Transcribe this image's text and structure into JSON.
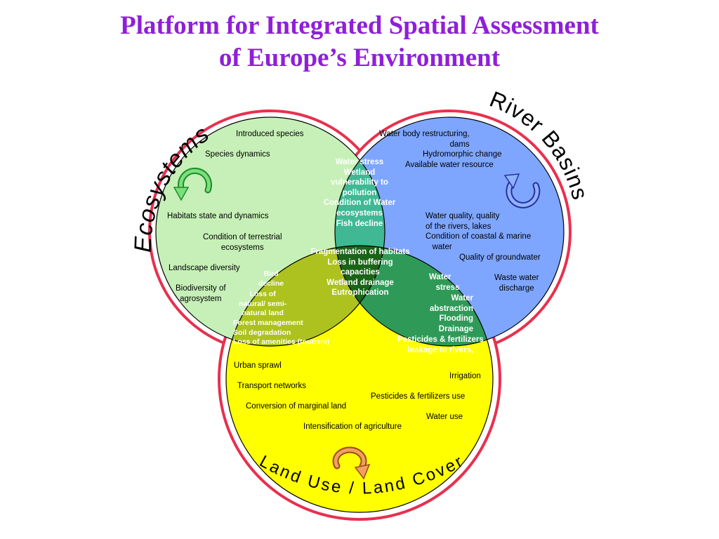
{
  "title": {
    "line1": "Platform for Integrated Spatial Assessment",
    "line2": "of Europe’s Environment"
  },
  "circles": {
    "ecosystems": {
      "label": "Ecosystems",
      "fill": "#c6f0b7",
      "icon": "cycle-arrows-green-icon"
    },
    "river_basins": {
      "label": "River Basins",
      "fill": "#7ea6ff",
      "icon": "cycle-arrows-blue-icon"
    },
    "land_use": {
      "label": "Land Use / Land Cover",
      "fill": "#ffff00",
      "icon": "cycle-arrows-orange-icon"
    }
  },
  "colors": {
    "outline": "#e8304e",
    "eco_river_overlap": "#3fb893",
    "eco_land_overlap": "#adc21e",
    "river_land_overlap": "#2f9a58",
    "center": "#1a6417",
    "title": "#8f1fd8"
  },
  "ecosystems_items": {
    "introduced_species": "Introduced species",
    "species_dynamics": "Species dynamics",
    "habitats": "Habitats state and dynamics",
    "condition_terrestrial": "Condition of terrestrial\necosystems",
    "landscape_diversity": "Landscape diversity",
    "biodiversity_agro": "Biodiversity of\nagrosystem"
  },
  "river_items": {
    "restructuring": "Water body restructuring,\ndams",
    "hydromorphic": "Hydromorphic change",
    "available_water": "Available water resource",
    "water_quality": "Water quality, quality\nof the rivers, lakes\nCondition of coastal & marine\n   water",
    "groundwater": "Quality of groundwater",
    "waste_water": "Waste water\ndischarge"
  },
  "eco_river_items": "Water stress\nWetland\nvulnerability to\npollution\nCondition of Water\necosystems\nFish decline",
  "center_items": "Fragmentation of habitats\nLoss in buffering\ncapacities\nWetland drainage\nEutrophication",
  "eco_land_items": {
    "bird_decline": "Bird\ndecline",
    "loss_natural": "Loss of\nnatural/ semi-\nnatural land",
    "forest": "Forest management\nSoil degradation\nLoss of amenities (tourism)"
  },
  "river_land_items": {
    "water_stress": "Water\n   stress",
    "abstraction": "Water\nabstraction\nFlooding\nDrainage",
    "pesticides_leakage": "Pesticides & fertilizers\nleakage to rivers,"
  },
  "land_items": {
    "urban_sprawl": "Urban sprawl",
    "transport": "Transport networks",
    "conversion": "Conversion of marginal land",
    "intensification": "Intensification of agriculture",
    "irrigation": "Irrigation",
    "pesticides_use": "Pesticides & fertilizers use",
    "water_use": "Water use"
  }
}
